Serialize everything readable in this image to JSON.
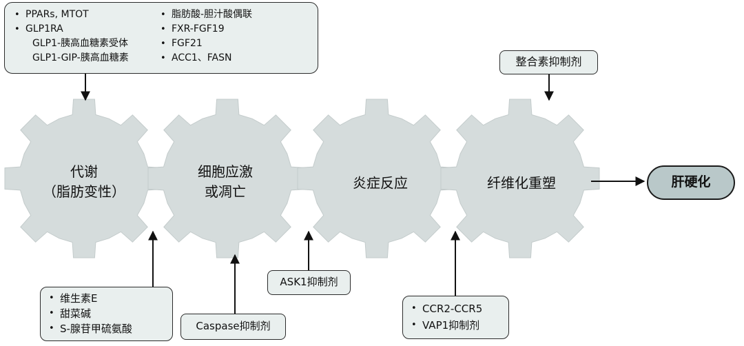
{
  "top_left_box": {
    "left_items": [
      {
        "text": "PPARs, MTOT",
        "bullet": true
      },
      {
        "text": "GLP1RA",
        "bullet": true
      },
      {
        "text": "GLP1-胰高血糖素受体",
        "bullet": false
      },
      {
        "text": "GLP1-GIP-胰高血糖素",
        "bullet": false
      }
    ],
    "right_items": [
      {
        "text": "脂肪酸-胆汁酸偶联",
        "bullet": true
      },
      {
        "text": "FXR-FGF19",
        "bullet": true
      },
      {
        "text": "FGF21",
        "bullet": true
      },
      {
        "text": "ACC1、FASN",
        "bullet": true
      }
    ]
  },
  "integrin_label": "整合素抑制剂",
  "gears": [
    {
      "line1": "代谢",
      "line2": "（脂肪变性）"
    },
    {
      "line1": "细胞应激",
      "line2": "或凋亡"
    },
    {
      "line1": "炎症反应",
      "line2": ""
    },
    {
      "line1": "纤维化重塑",
      "line2": ""
    }
  ],
  "result_label": "肝硬化",
  "vitamin_box": {
    "items": [
      "维生素E",
      "甜菜碱",
      "S-腺苷甲硫氨酸"
    ]
  },
  "caspase_label": "Caspase抑制剂",
  "ask1_label": "ASK1抑制剂",
  "ccr_box": {
    "items": [
      "CCR2-CCR5",
      "VAP1抑制剂"
    ]
  },
  "colors": {
    "gear_fill": "#d5dcdc",
    "box_fill": "#e9efee",
    "result_fill": "#b9c8c9",
    "line": "#111111"
  }
}
